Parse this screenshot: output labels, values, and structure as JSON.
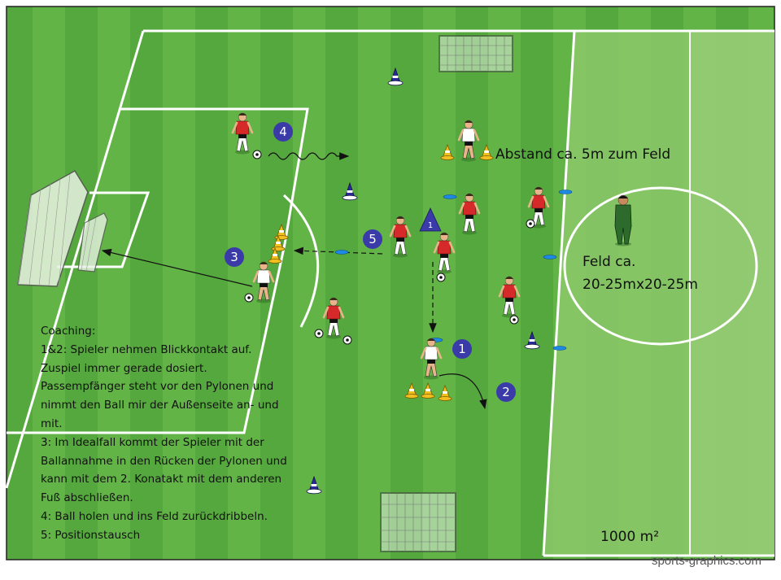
{
  "colors": {
    "grass_dark": "#4fa33a",
    "grass_light": "#8cc86a",
    "line": "#ffffff",
    "marker": "#3a3aa8",
    "player_red": "#d62a2a",
    "cone_orange": "#f0c020",
    "cone_blue": "#2a2a9a",
    "coach_green": "#2d6b2d",
    "disc_blue": "#1e88e5"
  },
  "labels": {
    "distance_note": "Abstand ca. 5m zum Feld",
    "field_line1": "Feld ca.",
    "field_line2": "20-25mx20-25m",
    "area": "1000 m²",
    "credit": "sports-graphics.com"
  },
  "markers": [
    "1",
    "2",
    "3",
    "4",
    "5"
  ],
  "triangle_marker": "1",
  "coaching": {
    "title": "Coaching:",
    "lines": [
      "1&2: Spieler nehmen Blickkontakt auf.",
      "Zuspiel immer gerade dosiert.",
      "Passempfänger steht vor den Pylonen und",
      "nimmt den Ball mir der Außenseite an- und",
      "mit.",
      "3: Im Idealfall kommt der Spieler mit der",
      "Ballannahme in den Rücken der Pylonen und",
      "kann mit dem 2. Konatakt mit dem anderen",
      "Fuß abschließen.",
      "4: Ball holen und ins Feld zurückdribbeln.",
      "5: Positionstausch"
    ]
  },
  "icons": [
    "player-red-icon",
    "player-white-icon",
    "coach-icon",
    "cone-icon",
    "disc-cone-icon",
    "goal-icon",
    "ball-icon"
  ]
}
